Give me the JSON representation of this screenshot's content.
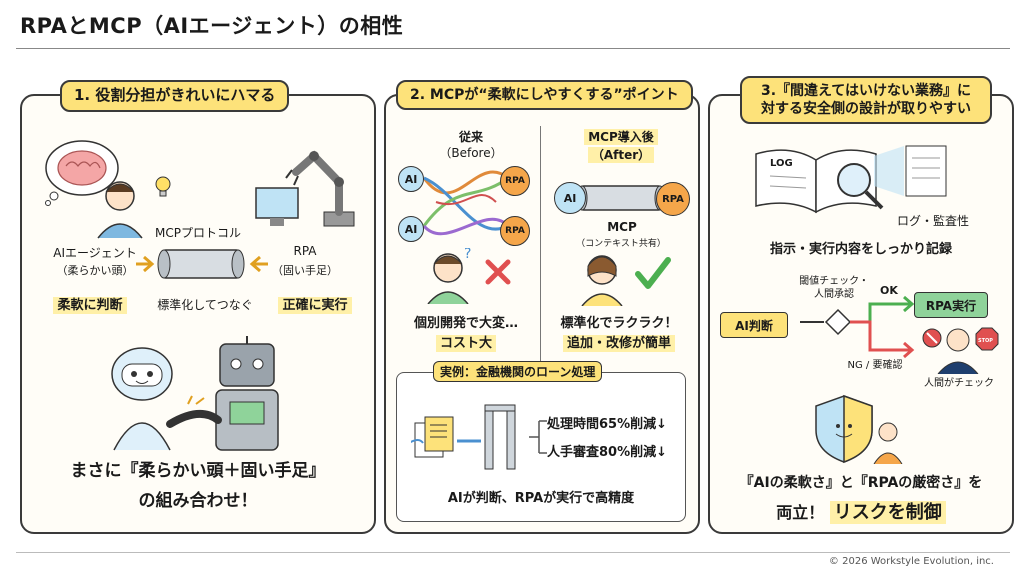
{
  "title": "RPAとMCP（AIエージェント）の相性",
  "copyright": "© 2026 Workstyle Evolution, inc.",
  "colors": {
    "accent_yellow": "#fde27a",
    "highlight": "#fff0a8",
    "blue": "#bfe3f5",
    "green": "#8fd39a",
    "red": "#e05050",
    "orange": "#f5a64a"
  },
  "panel1": {
    "title": "1. 役割分担がきれいにハマる",
    "agent_label": "AIエージェント",
    "agent_sub": "（柔らかい頭）",
    "protocol_label": "MCPプロトコル",
    "rpa_label": "RPA",
    "rpa_sub": "（固い手足）",
    "flex_judge": "柔軟に判断",
    "standardize": "標準化してつなぐ",
    "accurate": "正確に実行",
    "bottom_line1": "まさに『柔らかい頭＋固い手足』",
    "bottom_line2": "の組み合わせ！"
  },
  "panel2": {
    "title": "2. MCPが“柔軟にしやすくする”ポイント",
    "before_label": "従来",
    "before_sub": "（Before）",
    "after_label": "MCP導入後",
    "after_sub": "（After）",
    "ai": "AI",
    "rpa": "RPA",
    "mcp": "MCP",
    "mcp_sub": "（コンテキスト共有）",
    "before_text1": "個別開発で大変…",
    "before_text2": "コスト大",
    "after_text1": "標準化でラクラク！",
    "after_text2": "追加・改修が簡単",
    "case_title": "実例：金融機関のローン処理",
    "case_line1": "処理時間65%削減↓",
    "case_line2": "人手審査80%削減↓",
    "case_bottom": "AIが判断、RPAが実行で高精度"
  },
  "panel3": {
    "title": "3.『間違えてはいけない業務』に対する安全側の設計が取りやすい",
    "log_label": "LOG",
    "log_caption": "ログ・監査性",
    "record_text": "指示・実行内容をしっかり記録",
    "check_label1": "閾値チェック・",
    "check_label2": "人間承認",
    "ok": "OK",
    "ai_judge": "AI判断",
    "rpa_exec": "RPA実行",
    "ng": "NG / 要確認",
    "human_check": "人間がチェック",
    "stop": "STOP",
    "bottom_line1": "『AIの柔軟さ』と『RPAの厳密さ』を",
    "bottom_line2a": "両立！",
    "bottom_line2b": "リスクを制御"
  }
}
